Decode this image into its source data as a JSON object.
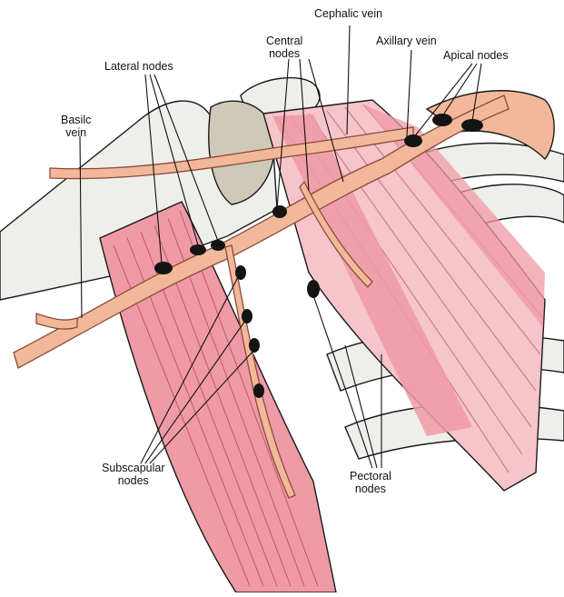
{
  "labels": {
    "cephalic_vein": "Cephalic vein",
    "central_nodes": [
      "Central",
      "nodes"
    ],
    "axillary_vein": "Axillary vein",
    "lateral_nodes": "Lateral nodes",
    "apical_nodes": "Apical nodes",
    "basilic_vein": [
      "Basilc",
      "vein"
    ],
    "subscapular_nodes": [
      "Subscapular",
      "nodes"
    ],
    "pectoral_nodes": [
      "Pectoral",
      "nodes"
    ]
  },
  "colors": {
    "muscle": "#ef9aa5",
    "muscle_light": "#f6c4cb",
    "vein": "#f2b89a",
    "vein_outline": "#8a4a3a",
    "bone": "#eeeeea",
    "bone_texture": "#cfc9b8",
    "node": "#141414"
  }
}
